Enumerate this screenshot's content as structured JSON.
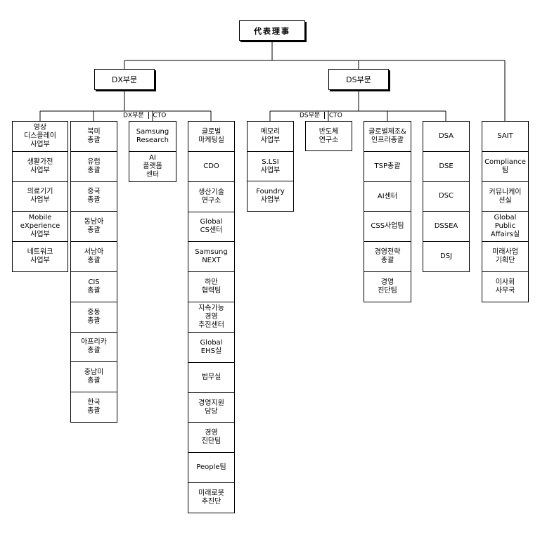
{
  "ceo": "代表理事",
  "divisions": {
    "dx": "DX부문",
    "ds": "DS부문"
  },
  "tags": {
    "dx_label": "DX부문",
    "dx_cto": "CTO",
    "ds_label": "DS부문",
    "ds_cto": "CTO"
  },
  "columns": [
    {
      "id": "dx-business",
      "items": [
        "영상\n디스플레이\n사업부",
        "생활가전\n사업부",
        "의료기기\n사업부",
        "Mobile\neXperience\n사업부",
        "네트워크\n사업부"
      ]
    },
    {
      "id": "dx-regions",
      "items": [
        "북미\n총괄",
        "유럽\n총괄",
        "중국\n총괄",
        "동남아\n총괄",
        "서남아\n총괄",
        "CIS\n총괄",
        "중동\n총괄",
        "아프리카\n총괄",
        "중남미\n총괄",
        "한국\n총괄"
      ]
    },
    {
      "id": "dx-research",
      "items": [
        "Samsung\nResearch",
        "AI\n플랫폼\n센터"
      ]
    },
    {
      "id": "dx-functions",
      "items": [
        "글로벌\n마케팅실",
        "CDO",
        "생산기술\n연구소",
        "Global\nCS센터",
        "Samsung\nNEXT",
        "하만\n협력팀",
        "지속가능\n경영\n추진센터",
        "Global\nEHS실",
        "법무실",
        "경영지원\n담당",
        "경영\n진단팀",
        "People팀",
        "미래로봇\n추진단"
      ]
    },
    {
      "id": "ds-business",
      "items": [
        "메모리\n사업부",
        "S.LSI\n사업부",
        "Foundry\n사업부"
      ]
    },
    {
      "id": "ds-research",
      "items": [
        "반도체\n연구소"
      ]
    },
    {
      "id": "ds-functions",
      "items": [
        "글로벌제조&\n인프라총괄",
        "TSP총괄",
        "AI센터",
        "CSS사업팀",
        "경영전략\n총괄",
        "경영\n진단팀"
      ]
    },
    {
      "id": "ds-regions",
      "items": [
        "DSA",
        "DSE",
        "DSC",
        "DSSEA",
        "DSJ"
      ]
    },
    {
      "id": "corporate",
      "items": [
        "SAIT",
        "Compliance\n팀",
        "커뮤니케이\n션실",
        "Global\nPublic\nAffairs실",
        "미래사업\n기획단",
        "이사회\n사무국"
      ]
    }
  ]
}
